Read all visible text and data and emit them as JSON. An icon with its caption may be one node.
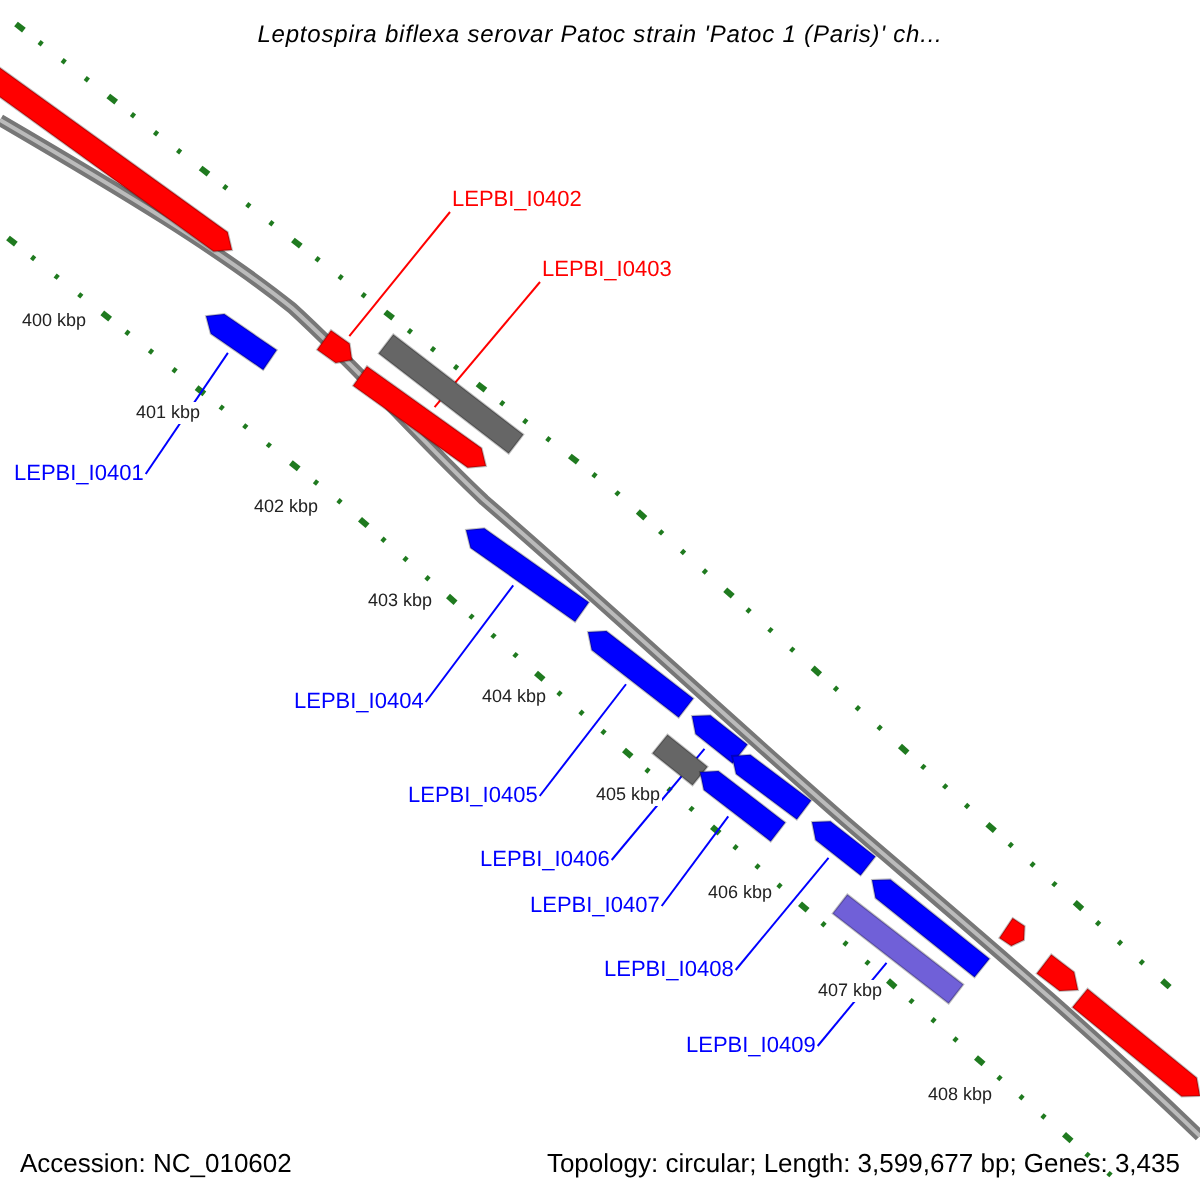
{
  "diagram": {
    "title": "Leptospira biflexa serovar Patoc strain 'Patoc 1 (Paris)' ch...",
    "nodes": [
      {
        "text": [
          "LEPBI_I0401"
        ]
      },
      {
        "text": [
          "LEPBI_I0402"
        ]
      },
      {
        "text": [
          "LEPBI_I0403"
        ]
      },
      {
        "text": [
          "LEPBI_I0404"
        ]
      },
      {
        "text": [
          "LEPBI_I0405"
        ]
      },
      {
        "text": [
          "LEPBI_I0406"
        ]
      },
      {
        "text": [
          "LEPBI_I0407"
        ]
      },
      {
        "text": [
          "LEPBI_I0408"
        ]
      },
      {
        "text": [
          "LEPBI_I0409"
        ]
      },
      {
        "text": [],
        "shape": "bar"
      },
      {
        "text": [],
        "shape": "bar"
      },
      {
        "text": [],
        "shape": "bar"
      },
      {
        "text": [],
        "shape": "bar"
      },
      {
        "text": [],
        "shape": "bar"
      },
      {
        "text": [],
        "shape": "bar"
      },
      {
        "text": [],
        "shape": "bar"
      },
      {
        "text": [],
        "shape": "bar"
      },
      {
        "text": [],
        "shape": "bar"
      },
      {
        "text": [],
        "shape": "bar"
      },
      {
        "text": [],
        "shape": "bar"
      },
      {
        "text": [],
        "shape": "bar"
      },
      {
        "text": [],
        "shape": "bar"
      },
      {
        "text": [],
        "shape": "bar"
      },
      {
        "text": [],
        "shape": "bar"
      },
      {
        "text": [],
        "shape": "bar"
      },
      {
        "text": [],
        "shape": "bar"
      }
    ],
    "edges": [
      {
        "from": 0,
        "to": 10,
        "arrow": "none"
      },
      {
        "from": 1,
        "to": 11,
        "arrow": "none",
        "color": "#ff0000"
      },
      {
        "from": 2,
        "to": 13,
        "arrow": "none",
        "color": "#ff0000"
      },
      {
        "from": 3,
        "to": 14,
        "arrow": "none"
      },
      {
        "from": 4,
        "to": 15,
        "arrow": "none"
      },
      {
        "from": 5,
        "to": 16,
        "arrow": "none"
      },
      {
        "from": 6,
        "to": 18,
        "arrow": "none"
      },
      {
        "from": 7,
        "to": 20,
        "arrow": "none"
      },
      {
        "from": 8,
        "to": 22,
        "arrow": "none"
      }
    ],
    "labels": [
      "400 kbp",
      "401 kbp",
      "402 kbp",
      "403 kbp",
      "404 kbp",
      "405 kbp",
      "406 kbp",
      "407 kbp",
      "408 kbp",
      "Accession: NC_010602",
      "Topology: circular; Length: 3,599,677 bp; Genes: 3,435"
    ]
  }
}
